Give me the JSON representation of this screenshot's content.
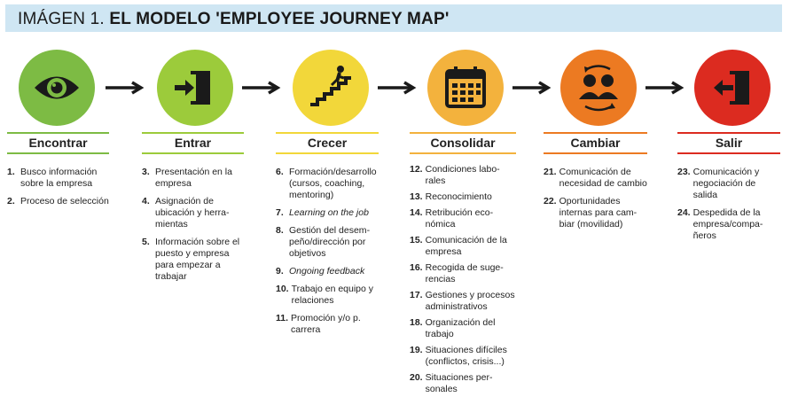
{
  "title": {
    "prefix": "IMÁGEN 1.",
    "main": "EL MODELO 'EMPLOYEE JOURNEY MAP'"
  },
  "stages": [
    {
      "name": "Encontrar",
      "color": "#7dbb44",
      "icon": "eye-icon",
      "items": [
        {
          "n": "1.",
          "t": "Busco información sobre la empresa"
        },
        {
          "n": "2.",
          "t": "Proceso de selec­ción"
        }
      ]
    },
    {
      "name": "Entrar",
      "color": "#9ccb3b",
      "icon": "enter-door-icon",
      "items": [
        {
          "n": "3.",
          "t": "Presentación en la empresa"
        },
        {
          "n": "4.",
          "t": "Asignación de ubicación y herra­mientas"
        },
        {
          "n": "5.",
          "t": "Información sobre el puesto y empresa para empezar a trabajar"
        }
      ]
    },
    {
      "name": "Crecer",
      "color": "#f2d73a",
      "icon": "stairs-climb-icon",
      "items": [
        {
          "n": "6.",
          "t": "Formación/desarro­llo (cursos, coaching, mentoring)"
        },
        {
          "n": "7.",
          "t": "Learning on the job"
        },
        {
          "n": "8.",
          "t": "Gestión del desem­peño/dirección por objetivos"
        },
        {
          "n": "9.",
          "t": "Ongoing feedback"
        },
        {
          "n": "10.",
          "t": "Trabajo en equipo y relaciones"
        },
        {
          "n": "11.",
          "t": "Promoción y/o p. carrera"
        }
      ]
    },
    {
      "name": "Consolidar",
      "color": "#f3b23d",
      "icon": "calendar-icon",
      "items": [
        {
          "n": "12.",
          "t": "Condiciones labo­rales"
        },
        {
          "n": "13.",
          "t": "Reconocimiento"
        },
        {
          "n": "14.",
          "t": "Retribución eco­nómica"
        },
        {
          "n": "15.",
          "t": "Comunicación de la empresa"
        },
        {
          "n": "16.",
          "t": "Recogida de suge­rencias"
        },
        {
          "n": "17.",
          "t": "Gestiones y proce­sos administrativos"
        },
        {
          "n": "18.",
          "t": "Organización del trabajo"
        },
        {
          "n": "19.",
          "t": "Situaciones difíciles (conflictos, crisis...)"
        },
        {
          "n": "20.",
          "t": "Situaciones per­sonales"
        }
      ]
    },
    {
      "name": "Cambiar",
      "color": "#ec7a22",
      "icon": "people-change-icon",
      "items": [
        {
          "n": "21.",
          "t": "Comunicación de necesidad de cambio"
        },
        {
          "n": "22.",
          "t": "Oportunidades internas para cam­biar (movilidad)"
        }
      ]
    },
    {
      "name": "Salir",
      "color": "#dc2b20",
      "icon": "exit-door-icon",
      "items": [
        {
          "n": "23.",
          "t": "Comunicación y negociación de salida"
        },
        {
          "n": "24.",
          "t": "Despedida de la empresa/compa­ñeros"
        }
      ]
    }
  ]
}
